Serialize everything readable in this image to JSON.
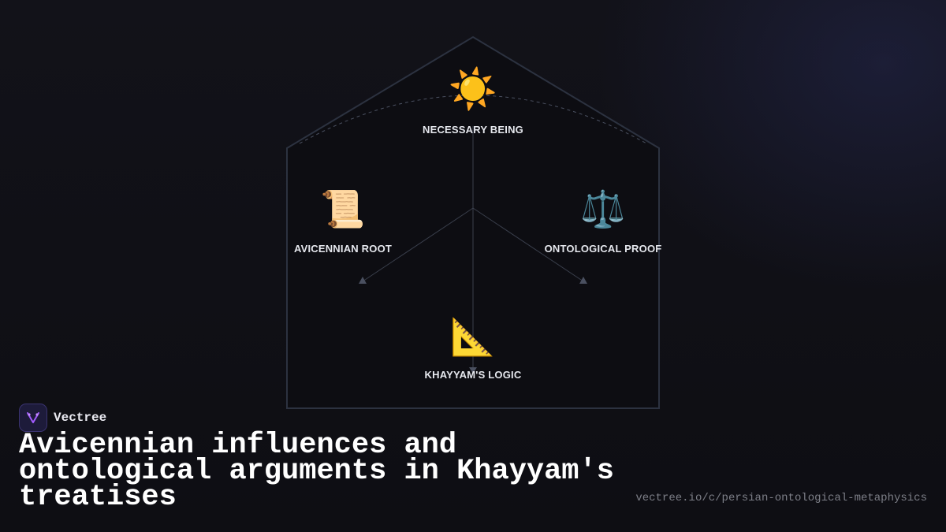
{
  "diagram": {
    "nodes": [
      {
        "id": "top",
        "label": "NECESSARY BEING",
        "icon": "☀️",
        "icon_name": "sun-icon"
      },
      {
        "id": "left",
        "label": "AVICENNIAN ROOT",
        "icon": "📜",
        "icon_name": "scroll-icon"
      },
      {
        "id": "right",
        "label": "ONTOLOGICAL PROOF",
        "icon": "⚖️",
        "icon_name": "scales-icon"
      },
      {
        "id": "bottom",
        "label": "KHAYYAM'S LOGIC",
        "icon": "📐",
        "icon_name": "triangular-ruler-icon"
      }
    ],
    "colors": {
      "house_outline": "#2c3240",
      "connector": "#3a3f4c",
      "label": "#e6e8ee",
      "brand_accent": "#a35cff"
    }
  },
  "brand": {
    "name": "Vectree"
  },
  "title": "Avicennian influences and ontological arguments in Khayyam's treatises",
  "url": "vectree.io/c/persian-ontological-metaphysics"
}
